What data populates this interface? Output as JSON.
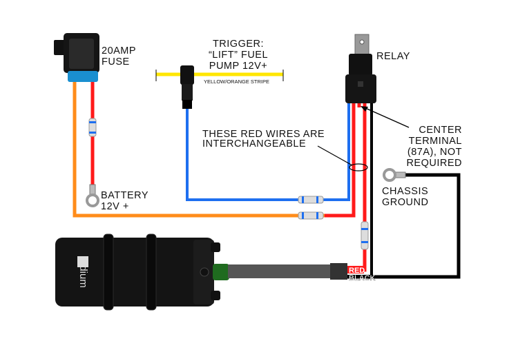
{
  "labels": {
    "fuse": [
      "20AMP",
      "FUSE"
    ],
    "trigger": [
      "TRIGGER:",
      "“LIFT” FUEL",
      "PUMP 12V+"
    ],
    "trigger_wire": "YELLOW/ORANGE STRIPE",
    "relay": "RELAY",
    "interchangeable": [
      "THESE RED WIRES ARE",
      "INTERCHANGEABLE"
    ],
    "center_terminal": [
      "CENTER",
      "TERMINAL",
      "(87A), NOT",
      "REQUIRED"
    ],
    "chassis_ground": [
      "CHASSIS",
      "GROUND"
    ],
    "battery": [
      "BATTERY",
      "12V +"
    ],
    "pump_red": "RED",
    "pump_black": "BLACK",
    "pump_logo": "radium"
  },
  "colors": {
    "orange_wire": "#ff8c1a",
    "red_wire": "#ff1a1a",
    "blue_wire": "#1e6ff0",
    "yellow_wire": "#ffe600",
    "black_wire": "#000000",
    "fuse_band": "#1a8fd0",
    "pump_fitting": "#1f6b1f"
  }
}
